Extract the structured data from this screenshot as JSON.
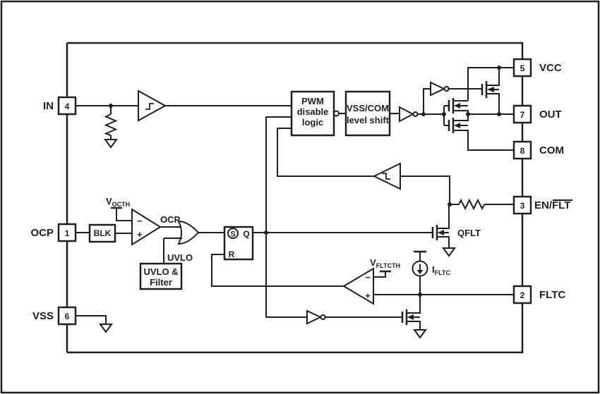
{
  "diagram": {
    "colors": {
      "line": "#1f1f1f",
      "background": "#ffffff"
    },
    "pins": {
      "in": {
        "number": "4",
        "label": "IN"
      },
      "ocp": {
        "number": "1",
        "label": "OCP"
      },
      "vss": {
        "number": "6",
        "label": "VSS"
      },
      "vcc": {
        "number": "5",
        "label": "VCC"
      },
      "out": {
        "number": "7",
        "label": "OUT"
      },
      "com": {
        "number": "8",
        "label": "COM"
      },
      "enflt": {
        "number": "3",
        "label_prefix": "EN/",
        "label_overline": "FLT"
      },
      "fltc": {
        "number": "2",
        "label": "FLTC"
      }
    },
    "blocks": {
      "pwm": {
        "line1": "PWM",
        "line2": "disable",
        "line3": "logic"
      },
      "levelshift": {
        "line1": "VSS/COM",
        "line2": "level shift"
      },
      "blk": {
        "label": "BLK"
      },
      "uvlo_filter": {
        "line1": "UVLO &",
        "line2": "Filter"
      }
    },
    "labels": {
      "ocp_signal": "OCP",
      "uvlo_signal": "UVLO",
      "qflt": "QFLT",
      "vocth": {
        "main": "V",
        "sub": "OCTH"
      },
      "vfltcth": {
        "main": "V",
        "sub": "FLTCTH"
      },
      "ifltc": {
        "main": "I",
        "sub": "FLTC"
      },
      "latch": {
        "s": "S",
        "q": "Q",
        "r": "R"
      },
      "comparator_minus": "−",
      "comparator_plus": "+"
    }
  }
}
